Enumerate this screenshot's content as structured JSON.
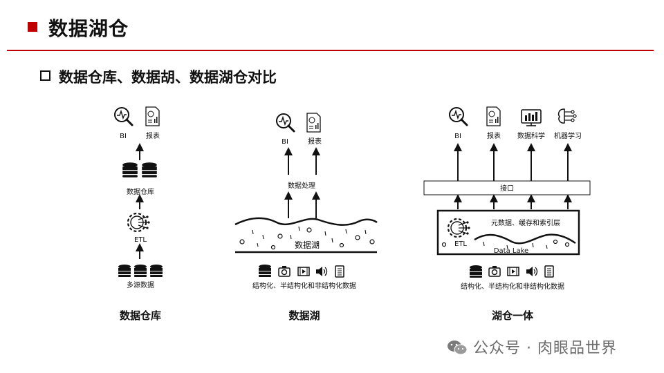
{
  "page": {
    "title": "数据湖仓",
    "subtitle": "数据仓库、数据胡、数据湖仓对比"
  },
  "warehouse": {
    "outputs": [
      "BI",
      "报表"
    ],
    "store_label": "数据仓库",
    "etl_label": "ETL",
    "source_label": "多源数据",
    "caption": "数据仓库"
  },
  "lake": {
    "outputs": [
      "BI",
      "报表"
    ],
    "process_label": "数据处理",
    "lake_label": "数据湖",
    "source_label": "结构化、半结构化和非结构化数据",
    "caption": "数据湖"
  },
  "lakehouse": {
    "outputs": [
      "BI",
      "报表",
      "数据科学",
      "机器学习"
    ],
    "interface_label": "接口",
    "meta_label": "元数据、缓存和索引层",
    "etl_label": "ETL",
    "lake_label": "Data Lake",
    "source_label": "结构化、半结构化和非结构化数据",
    "caption": "湖仓一体"
  },
  "watermark": "公众号 · 肉眼品世界",
  "colors": {
    "accent": "#c00000",
    "ink": "#111111",
    "watermark": "#6a6a6a"
  }
}
